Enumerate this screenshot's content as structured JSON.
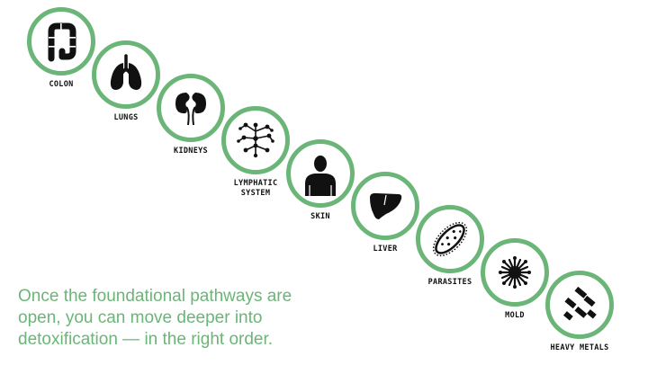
{
  "accent_color": "#6bb578",
  "icon_color": "#111111",
  "steps": [
    {
      "label": "COLON",
      "icon": "colon-icon"
    },
    {
      "label": "LUNGS",
      "icon": "lungs-icon"
    },
    {
      "label": "KIDNEYS",
      "icon": "kidneys-icon"
    },
    {
      "label": "LYMPHATIC\nSYSTEM",
      "icon": "lymphatic-system-icon"
    },
    {
      "label": "SKIN",
      "icon": "skin-icon"
    },
    {
      "label": "LIVER",
      "icon": "liver-icon"
    },
    {
      "label": "PARASITES",
      "icon": "parasites-icon"
    },
    {
      "label": "MOLD",
      "icon": "mold-icon"
    },
    {
      "label": "HEAVY METALS",
      "icon": "heavy-metals-icon"
    }
  ],
  "caption": "Once the foundational pathways are\nopen, you can move deeper into\ndetoxification — in the right order."
}
